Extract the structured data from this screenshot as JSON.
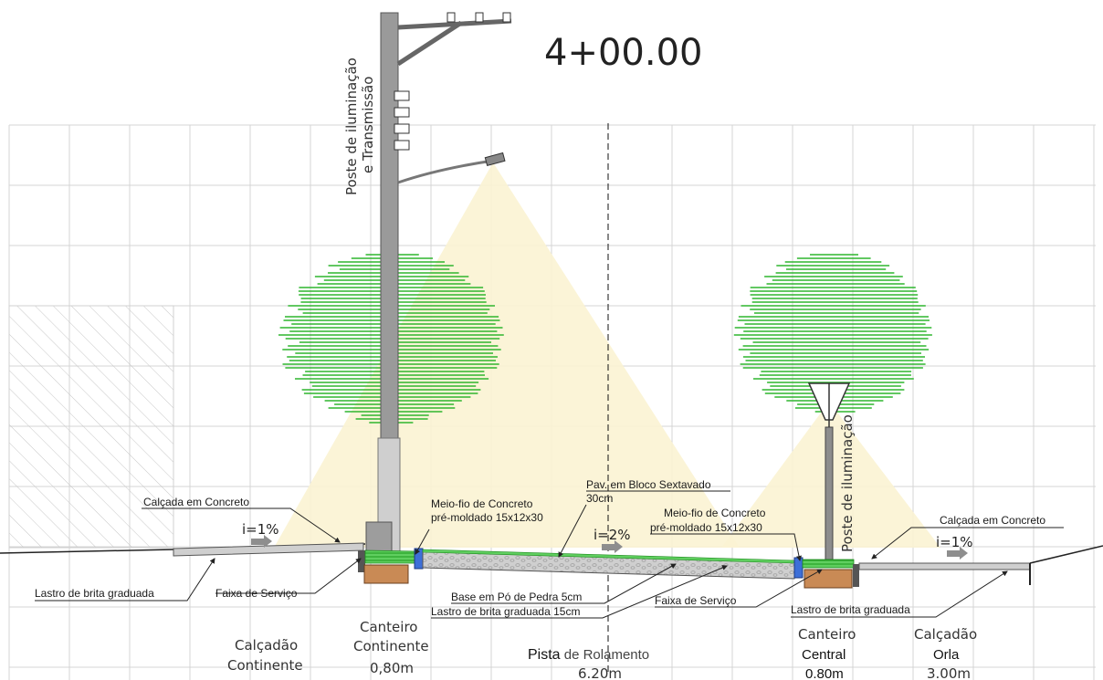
{
  "drawing": {
    "station": "4+00.00",
    "poles": {
      "transmission_pole_label_line1": "Poste de iluminação",
      "transmission_pole_label_line2": "e Transmissão",
      "central_pole_label": "Poste de iluminação"
    },
    "slopes": {
      "left_sidewalk": "i=1%",
      "roadway": "i=2%",
      "right_sidewalk": "i=1%"
    },
    "annotations": {
      "calcada_left": "Calçada em Concreto",
      "meio_fio_left_line1": "Meio-fio de Concreto",
      "meio_fio_left_line2": "pré-moldado 15x12x30",
      "pav_line1": "Pav. em Bloco Sextavado",
      "pav_line2": "30cm",
      "meio_fio_right_line1": "Meio-fio de Concreto",
      "meio_fio_right_line2": "pré-moldado 15x12x30",
      "calcada_right": "Calçada em Concreto",
      "lastro_left": "Lastro de brita graduada",
      "faixa_left": "Faixa de Serviço",
      "base_po": "Base em Pó de Pedra 5cm",
      "lastro_15": "Lastro de brita graduada 15cm",
      "faixa_right": "Faixa de Serviço",
      "lastro_right": "Lastro de brita graduada"
    },
    "zones": {
      "calcadao_continente_line1": "Calçadão",
      "calcadao_continente_line2": "Continente",
      "canteiro_continente_line1": "Canteiro",
      "canteiro_continente_line2": "Continente",
      "canteiro_continente_width": "0,80m",
      "pista_bold": "Pista",
      "pista_rest": " de Rolamento",
      "pista_width": "6.20m",
      "canteiro_central_line1": "Canteiro",
      "canteiro_central_line2": "Central",
      "canteiro_central_width": "0.80m",
      "calcadao_orla_line1": "Calçadão",
      "calcadao_orla_line2": "Orla",
      "calcadao_orla_width": "3.00m"
    },
    "colors": {
      "grid": "#d4d4d4",
      "tree_green": "#2fb52f",
      "light_cone": "#fbf3d3",
      "pole": "#9a9a9a",
      "curb_blue": "#3d6fd8",
      "brick": "#c98a55",
      "slope_arrow": "#8e8e8e"
    }
  }
}
